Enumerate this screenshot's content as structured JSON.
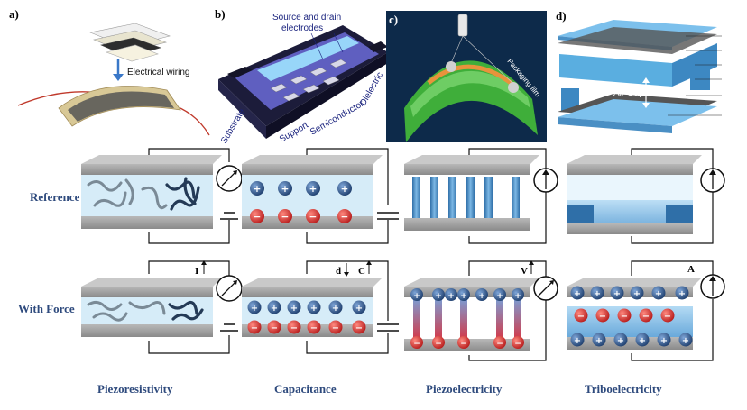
{
  "panels": {
    "a": {
      "letter": "a)",
      "wiring_label": "Electrical wiring"
    },
    "b": {
      "letter": "b)",
      "source_drain": [
        "Source and drain",
        "electrodes"
      ],
      "substrate": "Substrate",
      "support": "Support",
      "semiconductor": "Semiconductor",
      "dielectric": "Dielectric"
    },
    "c": {
      "letter": "c)",
      "packaging": "Packaging film"
    },
    "d": {
      "letter": "d)",
      "air_gap": "Air Gap"
    }
  },
  "rows": {
    "reference": "Reference",
    "with_force": "With Force"
  },
  "meter_labels": {
    "I": "I",
    "d": "d",
    "C": "C",
    "V": "V",
    "A": "A"
  },
  "columns": {
    "piezoresistivity": "Piezoresistivity",
    "capacitance": "Capacitance",
    "piezoelectricity": "Piezoelectricity",
    "triboelectricity": "Triboelectricity"
  },
  "charges": {
    "plus": "+",
    "minus": "−"
  },
  "colors": {
    "label_blue": "#2e4a7d",
    "plate_gray": "#8c8c8c",
    "gel_blue": "#d6ecf8",
    "pillar_blue": "#4a90c8",
    "charge_blue": "#1f3f6e",
    "charge_red": "#c62828"
  }
}
